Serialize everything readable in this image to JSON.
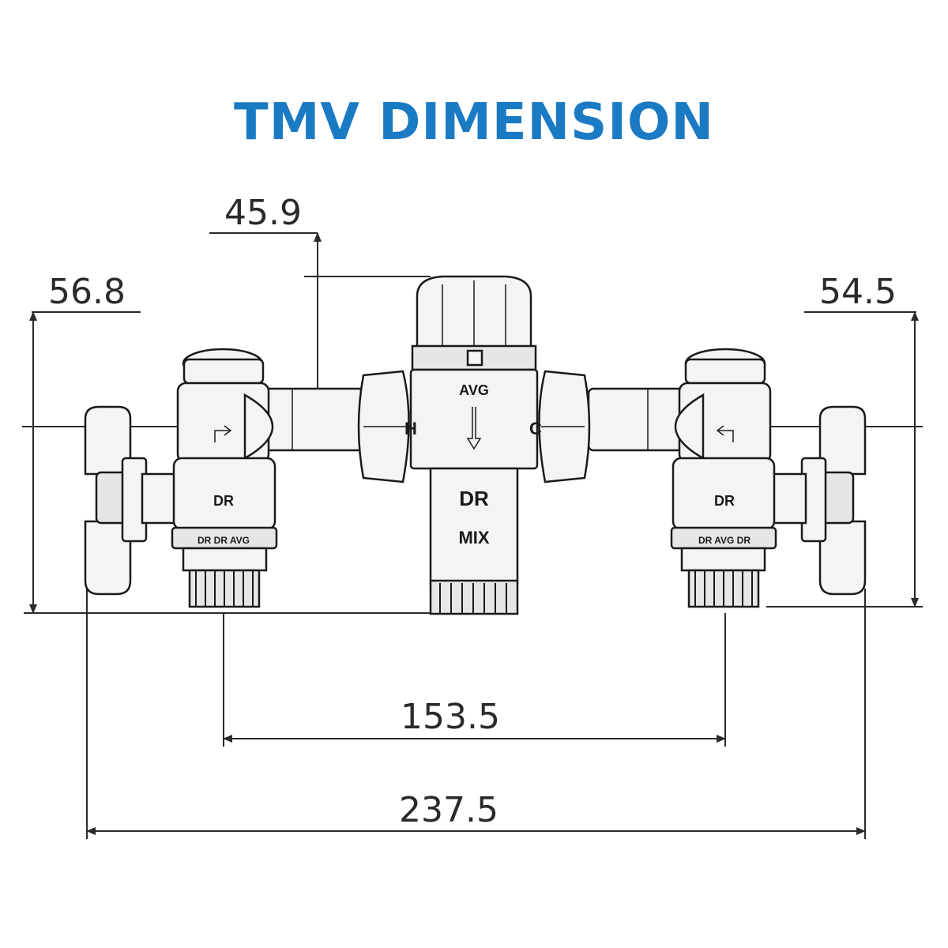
{
  "title": "TMV DIMENSION",
  "colors": {
    "title": "#1a7ac4",
    "line": "#2a2a2a",
    "body": "#f4f4f4"
  },
  "dimensions": {
    "top_height": "45.9",
    "left_height": "56.8",
    "right_height": "54.5",
    "inner_width": "153.5",
    "overall_width": "237.5"
  },
  "labels": {
    "valve_brand": "AVG",
    "hot": "H",
    "cold": "C",
    "left_valve": "DR",
    "right_valve": "DR",
    "mixer_code": "DR",
    "mixer_outlet": "MIX",
    "left_ring": "DR DR AVG",
    "right_ring": "DR AVG DR"
  }
}
